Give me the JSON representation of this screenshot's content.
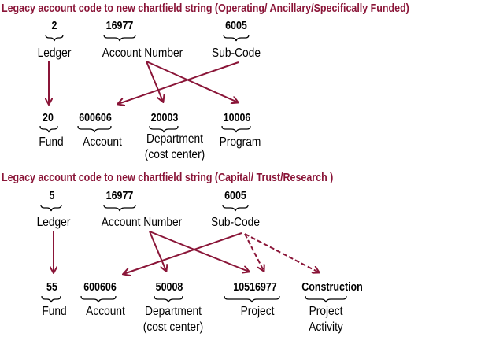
{
  "colors": {
    "accent": "#8a1538",
    "text": "#000000",
    "background": "#ffffff"
  },
  "diagram1": {
    "title": "Legacy account code to new chartfield string (Operating/ Ancillary/Specifically Funded)",
    "sources": [
      {
        "value": "2",
        "label": "Ledger"
      },
      {
        "value": "16977",
        "label": "Account Number"
      },
      {
        "value": "6005",
        "label": "Sub-Code"
      }
    ],
    "targets": [
      {
        "value": "20",
        "label": "Fund"
      },
      {
        "value": "600606",
        "label": "Account"
      },
      {
        "value": "20003",
        "label": "Department",
        "label2": "(cost center)"
      },
      {
        "value": "10006",
        "label": "Program"
      }
    ]
  },
  "diagram2": {
    "title": "Legacy account code  to new chartfield string (Capital/ Trust/Research )",
    "sources": [
      {
        "value": "5",
        "label": "Ledger"
      },
      {
        "value": "16977",
        "label": "Account Number"
      },
      {
        "value": "6005",
        "label": "Sub-Code"
      }
    ],
    "targets": [
      {
        "value": "55",
        "label": "Fund"
      },
      {
        "value": "600606",
        "label": "Account"
      },
      {
        "value": "50008",
        "label": "Department",
        "label2": "(cost center)"
      },
      {
        "value": "10516977",
        "label": "Project"
      },
      {
        "value": "Construction",
        "label": "Project",
        "label2": "Activity"
      }
    ]
  }
}
